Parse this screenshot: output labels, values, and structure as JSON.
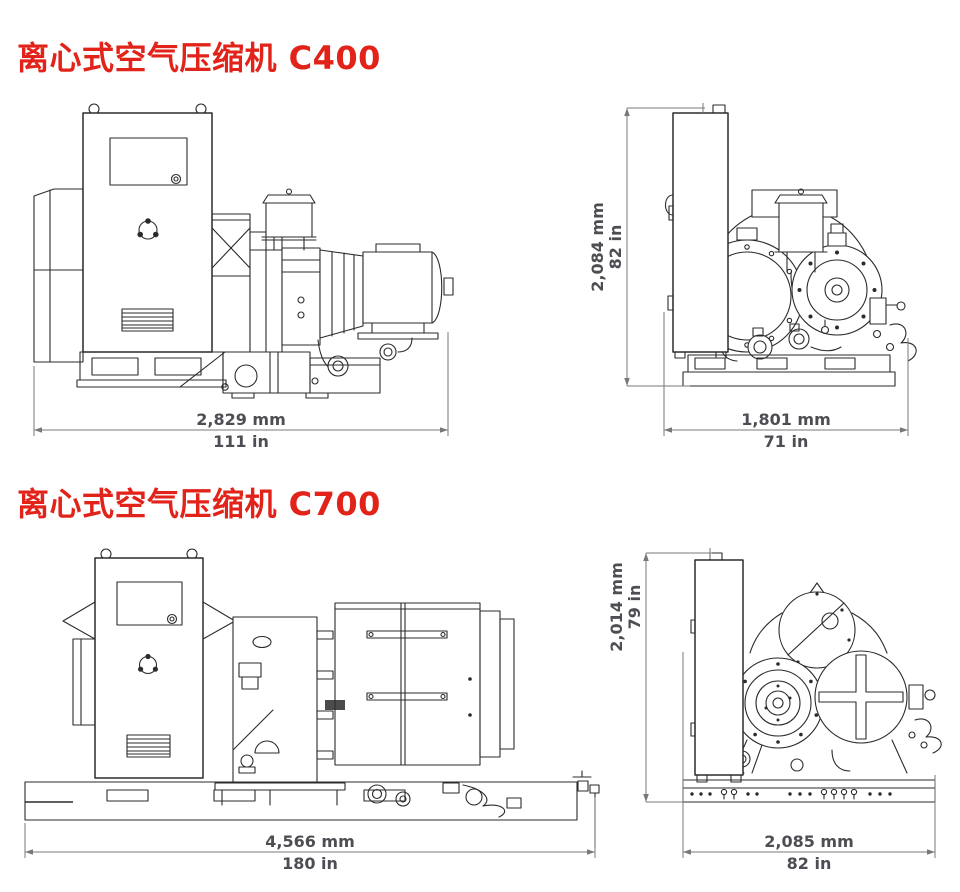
{
  "page": {
    "background": "#ffffff"
  },
  "colors": {
    "title_red": "#e2231a",
    "drawing_line": "#2b2b2b",
    "dimension_line": "#77787b",
    "dimension_text": "#4d4e53"
  },
  "sections": [
    {
      "model": "C400",
      "title": "离心式空气压缩机 C400",
      "views": {
        "front": {
          "width_mm": "2,829 mm",
          "width_in": "111 in"
        },
        "side": {
          "height_mm": "2,084 mm",
          "height_in": "82 in",
          "width_mm": "1,801 mm",
          "width_in": "71 in"
        }
      }
    },
    {
      "model": "C700",
      "title": "离心式空气压缩机 C700",
      "views": {
        "front": {
          "width_mm": "4,566 mm",
          "width_in": "180 in"
        },
        "side": {
          "height_mm": "2,014 mm",
          "height_in": "79 in",
          "width_mm": "2,085 mm",
          "width_in": "82 in"
        }
      }
    }
  ]
}
